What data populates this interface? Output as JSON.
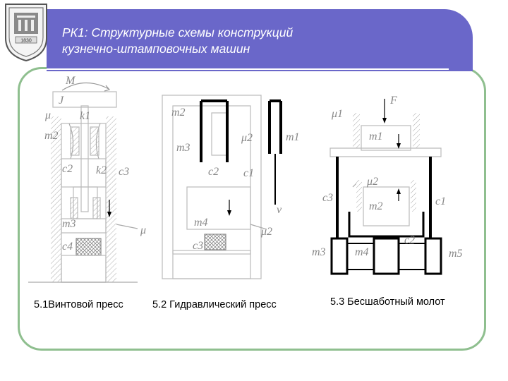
{
  "slide": {
    "title_line1": "РК1: Структурные схемы конструкций",
    "title_line2": "кузнечно-штамповочных машин",
    "accent_color": "#6a67c9",
    "frame_color": "#8fbf8f"
  },
  "logo": {
    "year": "1830"
  },
  "captions": {
    "screw_press": "5.1Винтовой пресс",
    "hydraulic_press": "5.2 Гидравлический пресс",
    "hammer": "5.3 Бесшаботный молот"
  },
  "screw_labels": {
    "M": "M",
    "J": "J",
    "mu": "μ",
    "k1": "k1",
    "m2": "m2",
    "c2": "c2",
    "k2": "k2",
    "c3": "c3",
    "m3": "m3",
    "mu_lower": "μ",
    "c4": "c4"
  },
  "hydraulic_labels": {
    "m2": "m2",
    "m3": "m3",
    "mu2_top": "μ2",
    "m1": "m1",
    "c2": "c2",
    "c1": "c1",
    "v": "v",
    "m4": "m4",
    "mu2": "μ2",
    "c3": "c3"
  },
  "hammer_labels": {
    "mu1": "μ1",
    "F": "F",
    "m1": "m1",
    "mu2": "μ2",
    "c3": "c3",
    "m2": "m2",
    "c1": "c1",
    "c2": "c2",
    "m3": "m3",
    "m4": "m4",
    "m5": "m5"
  }
}
